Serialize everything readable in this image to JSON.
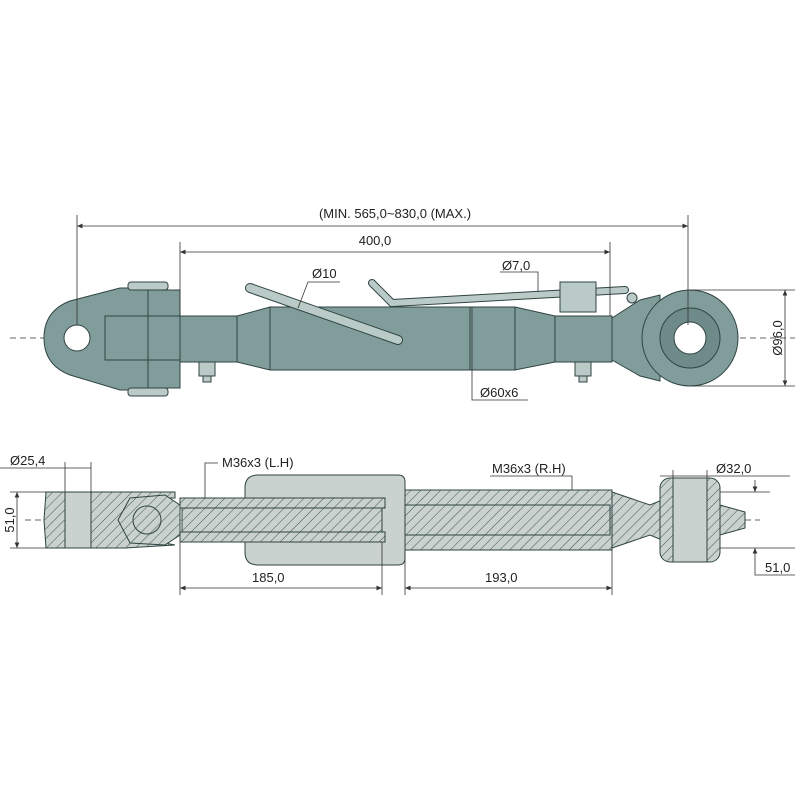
{
  "top_view": {
    "overall_length": "(MIN. 565,0~830,0 (MAX.)",
    "tube_length": "400,0",
    "lever_diameter": "Ø10",
    "pin_diameter": "Ø7,0",
    "ball_end_diameter": "Ø96,0",
    "tube_diameter": "Ø60x6"
  },
  "section_view": {
    "pin_hole_diameter": "Ø25,4",
    "left_width": "51,0",
    "left_thread": "M36x3 (L.H)",
    "right_thread": "M36x3 (R.H)",
    "ball_hole_diameter": "Ø32,0",
    "right_width": "51,0",
    "left_thread_length": "185,0",
    "right_thread_length": "193,0"
  },
  "colors": {
    "body": "#809d9b",
    "section": "#c9d2cf"
  }
}
